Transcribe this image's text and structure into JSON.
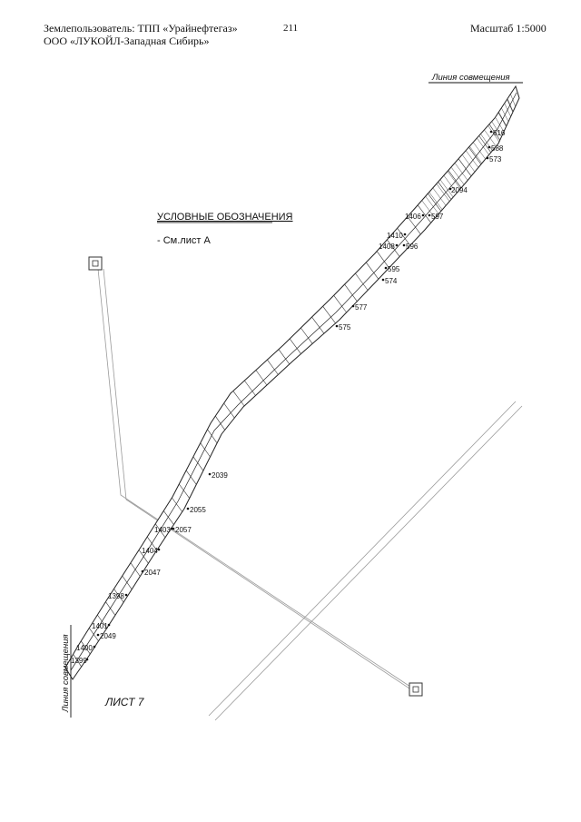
{
  "header": {
    "land_user_line1": "Землепользователь: ТПП «Урайнефтегаз»",
    "land_user_line2": "ООО «ЛУКОЙЛ-Западная Сибирь»",
    "page_number": "211",
    "scale": "Масштаб 1:5000"
  },
  "legend": {
    "title": "УСЛОВНЫЕ ОБОЗНАЧЕНИЯ",
    "item": "- См.лист А"
  },
  "match_line_top": "Линия совмещения",
  "match_line_bottom": "Линия совмещения",
  "sheet_label": "ЛИСТ 7",
  "points": {
    "p616": "616",
    "p588": "588",
    "p573": "573",
    "p2094": "2094",
    "p1406": "1406",
    "p597": "597",
    "p1410": "1410",
    "p1408": "1408",
    "p596": "596",
    "p595": "595",
    "p574": "574",
    "p577": "577",
    "p575": "575",
    "p2039": "2039",
    "p2055": "2055",
    "p1403": "1403",
    "p2057": "2057",
    "p1404": "1404",
    "p2047": "2047",
    "p1398": "1398",
    "p1401": "1401",
    "p2049": "2049",
    "p1400": "1400",
    "p1399": "1399"
  }
}
